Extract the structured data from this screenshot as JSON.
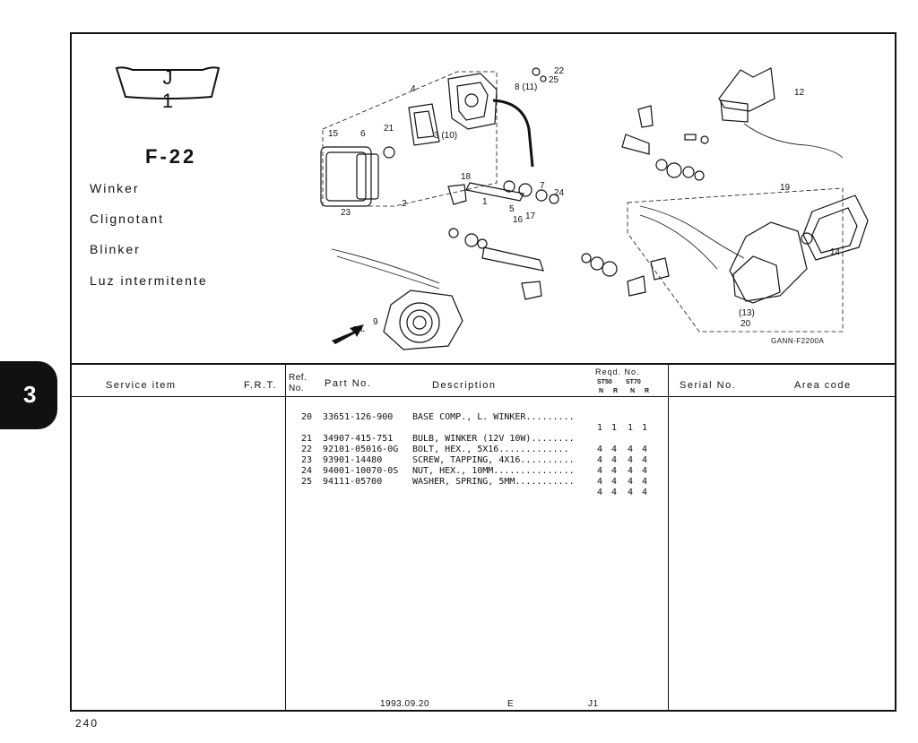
{
  "side_tab": "3",
  "badge": {
    "letters": "J 1"
  },
  "figure": {
    "code": "F-22",
    "names": [
      "Winker",
      "Clignotant",
      "Blinker",
      "Luz intermitente"
    ],
    "diagram_id": "GANN-F2200A",
    "callouts": [
      {
        "n": "22"
      },
      {
        "n": "25"
      },
      {
        "n": "8\n(11)"
      },
      {
        "n": "4"
      },
      {
        "n": "3\n(10)"
      },
      {
        "n": "15"
      },
      {
        "n": "6"
      },
      {
        "n": "21"
      },
      {
        "n": "23"
      },
      {
        "n": "2"
      },
      {
        "n": "18"
      },
      {
        "n": "1"
      },
      {
        "n": "5"
      },
      {
        "n": "16"
      },
      {
        "n": "17"
      },
      {
        "n": "7"
      },
      {
        "n": "24"
      },
      {
        "n": "12"
      },
      {
        "n": "19"
      },
      {
        "n": "14"
      },
      {
        "n": "9"
      },
      {
        "n": "20"
      },
      {
        "n": "(13)"
      },
      {
        "n": "FR."
      }
    ]
  },
  "table_header": {
    "service_item": "Service item",
    "frt": "F.R.T.",
    "ref_no_1": "Ref.",
    "ref_no_2": "No.",
    "part_no": "Part No.",
    "description": "Description",
    "reqd_no": "Reqd. No.",
    "models": [
      "ST50",
      "ST70"
    ],
    "sub": [
      "N",
      "R",
      "N",
      "R"
    ],
    "serial_no": "Serial No.",
    "area_code": "Area code"
  },
  "parts": [
    {
      "ref": "20",
      "part_no": "33651-126-900",
      "description": "BASE COMP., L. WINKER.........",
      "qty": [
        "1",
        "1",
        "1",
        "1"
      ]
    },
    {
      "ref": "",
      "part_no": "",
      "description": "",
      "qty": [
        "",
        "",
        "",
        ""
      ]
    },
    {
      "ref": "21",
      "part_no": "34907-415-751",
      "description": "BULB, WINKER (12V 10W)........",
      "qty": [
        "4",
        "4",
        "4",
        "4"
      ]
    },
    {
      "ref": "22",
      "part_no": "92101-05016-0G",
      "description": "BOLT, HEX., 5X16.............",
      "qty": [
        "4",
        "4",
        "4",
        "4"
      ]
    },
    {
      "ref": "23",
      "part_no": "93901-14480",
      "description": "SCREW, TAPPING, 4X16..........",
      "qty": [
        "4",
        "4",
        "4",
        "4"
      ]
    },
    {
      "ref": "24",
      "part_no": "94001-10070-0S",
      "description": "NUT, HEX., 10MM...............",
      "qty": [
        "4",
        "4",
        "4",
        "4"
      ]
    },
    {
      "ref": "25",
      "part_no": "94111-05700",
      "description": "WASHER, SPRING, 5MM...........",
      "qty": [
        "4",
        "4",
        "4",
        "4"
      ]
    }
  ],
  "footer": {
    "date": "1993.09.20",
    "code_e": "E",
    "code_j": "J1"
  },
  "page_number": "240"
}
